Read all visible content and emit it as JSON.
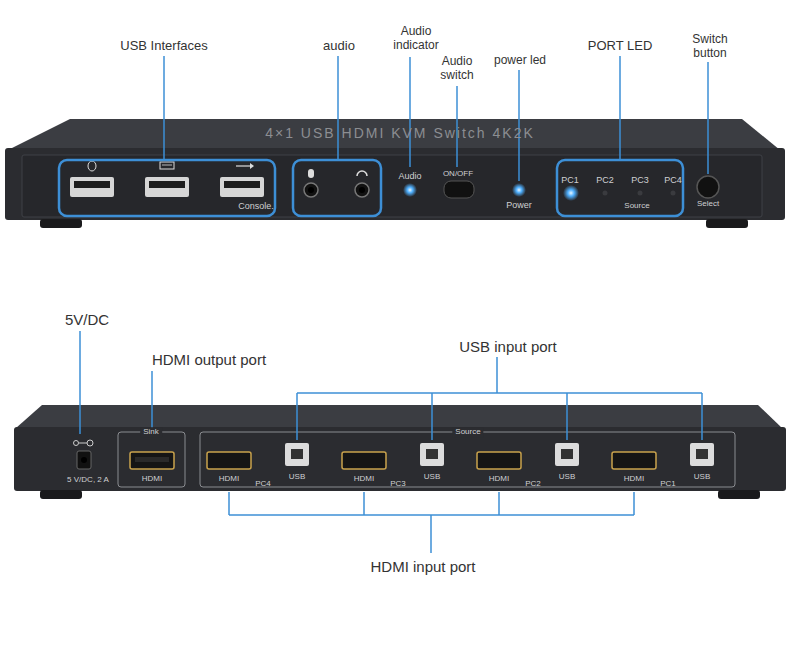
{
  "diagram": {
    "labels": [
      "USB Interfaces",
      "audio",
      "Audio indicator",
      "Audio switch",
      "power led",
      "PORT LED",
      "Switch button",
      "5V/DC",
      "HDMI output port",
      "USB input port",
      "HDMI input port",
      "4×1 USB HDMI KVM Switch 4K2K",
      "Console.",
      "Audio",
      "ON/OFF",
      "Power",
      "PC1",
      "PC2",
      "PC3",
      "PC4",
      "Source",
      "Select",
      "5 V/DC, 2 A",
      "Sink",
      "HDMI",
      "Source",
      "HDMI",
      "USB",
      "PC4",
      "HDMI",
      "USB",
      "PC3",
      "HDMI",
      "USB",
      "PC2",
      "HDMI",
      "USB",
      "PC1"
    ]
  }
}
